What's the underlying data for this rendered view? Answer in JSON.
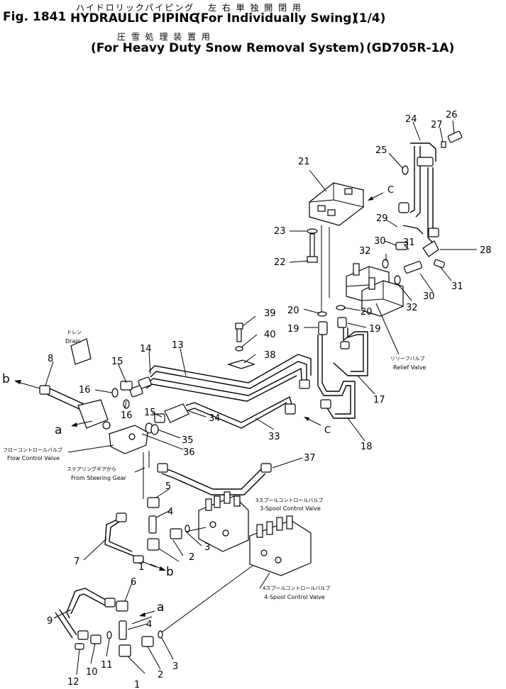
{
  "header": {
    "fig_label": "Fig. 1841",
    "title_jp": "ハイドロリックパイピング",
    "title_en": "HYDRAULIC PIPING",
    "subtitle_jp_1": "左 右 単 独 開 閉 用",
    "subtitle_en_1": "(For Individually Swing)",
    "page": "(1/4)",
    "subtitle_jp_2": "圧 雪 処 理 装 置 用",
    "subtitle_en_2": "(For Heavy Duty Snow Removal System)",
    "model": "(GD705R-1A)"
  },
  "part_labels": [
    "1",
    "2",
    "3",
    "4",
    "5",
    "6",
    "7",
    "8",
    "9",
    "10",
    "11",
    "12",
    "13",
    "14",
    "15",
    "16",
    "17",
    "18",
    "19",
    "20",
    "21",
    "22",
    "23",
    "24",
    "25",
    "26",
    "27",
    "28",
    "29",
    "30",
    "31",
    "32",
    "33",
    "34",
    "35",
    "36",
    "37",
    "38",
    "39",
    "40"
  ],
  "callouts": {
    "drain_jp": "ドレン",
    "drain_en": "Drain",
    "flow_jp": "フローコントロールバルブ",
    "flow_en": "Flow Control Valve",
    "steer_jp": "ステアリングギアから",
    "steer_en": "From Steering Gear",
    "relief_jp": "リリーフバルブ",
    "relief_en": "Relief Valve",
    "spool3_jp": "3スプールコントロールバルブ",
    "spool3_en": "3-Spool Control Valve",
    "spool4_jp": "4スプールコントロールバルブ",
    "spool4_en": "4-Spool Control Valve"
  },
  "connection_markers": {
    "a": "a",
    "b": "b",
    "c": "C"
  }
}
